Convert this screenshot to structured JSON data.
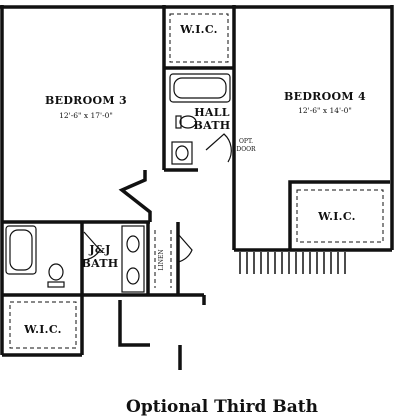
{
  "plan": {
    "bedroom3": {
      "name": "BEDROOM 3",
      "dim": "12'-6\" x 17'-0\""
    },
    "bedroom4": {
      "name": "BEDROOM 4",
      "dim": "12'-6\" x 14'-0\""
    },
    "hall_bath": {
      "line1": "HALL",
      "line2": "BATH"
    },
    "jj_bath": {
      "line1": "J&J",
      "line2": "BATH"
    },
    "wic_top": "W.I.C.",
    "wic_right": "W.I.C.",
    "wic_bottom": "W.I.C.",
    "linen": "LINEN",
    "opt_door": {
      "line1": "OPT.",
      "line2": "DOOR"
    }
  },
  "caption": "Optional Third Bath"
}
